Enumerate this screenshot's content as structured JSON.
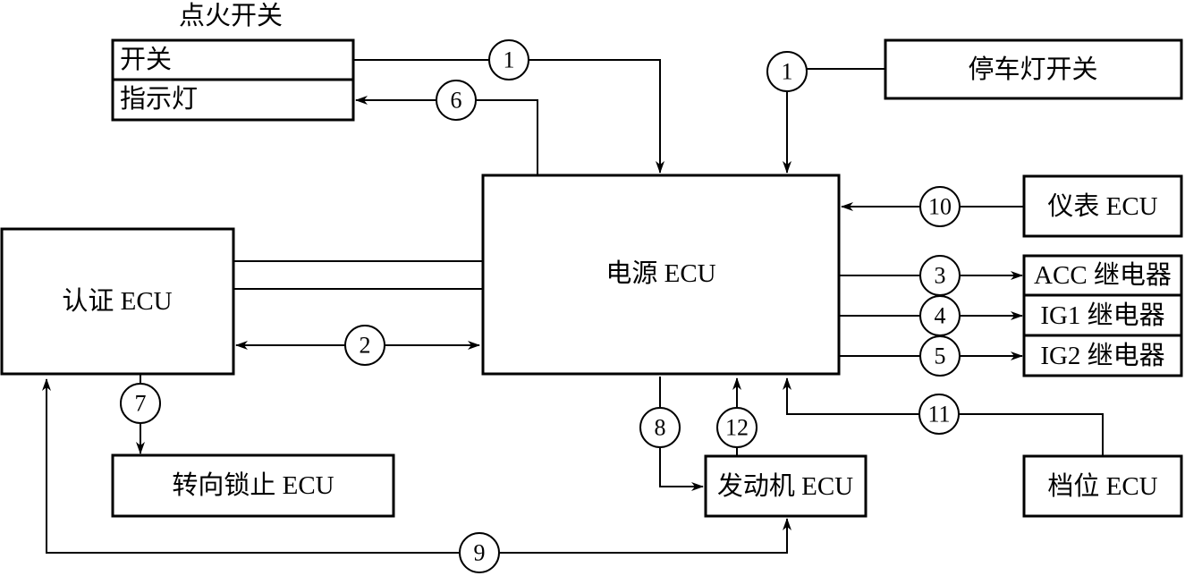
{
  "ignition_switch": {
    "title": "点火开关",
    "switch_label": "开关",
    "indicator_label": "指示灯"
  },
  "ecus": {
    "power": "电源 ECU",
    "auth": "认证 ECU",
    "steering_lock": "转向锁止 ECU",
    "engine": "发动机 ECU",
    "meter": "仪表 ECU",
    "shift": "档位 ECU",
    "brake_switch": "停车灯开关",
    "acc_relay": "ACC 继电器",
    "ig1_relay": "IG1 继电器",
    "ig2_relay": "IG2 继电器"
  },
  "signals": {
    "s1a": "1",
    "s1b": "1",
    "s2": "2",
    "s3": "3",
    "s4": "4",
    "s5": "5",
    "s6": "6",
    "s7": "7",
    "s8": "8",
    "s9": "9",
    "s10": "10",
    "s11": "11",
    "s12": "12"
  }
}
